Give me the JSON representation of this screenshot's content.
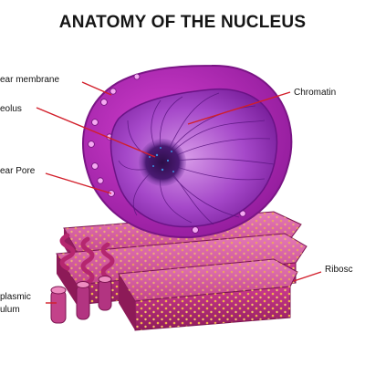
{
  "title": "ANATOMY OF THE NUCLEUS",
  "labels": {
    "nuclear_membrane": "ear membrane",
    "nucleolus": "eolus",
    "nuclear_pore": "ear Pore",
    "er_line1": "plasmic",
    "er_line2": "ulum",
    "chromatin": "Chromatin",
    "ribosomes": "Ribosc"
  },
  "colors": {
    "leader_line": "#d21e2a",
    "membrane": "#b21bab",
    "nucleoplasm": "#9a36c0",
    "er": "#b5266f",
    "ribosome": "#f0b24a"
  }
}
